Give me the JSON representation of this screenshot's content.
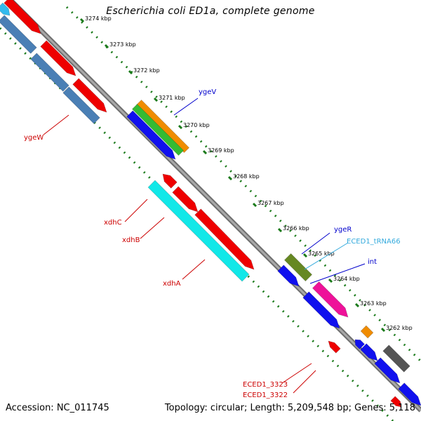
{
  "title": "Escherichia coli ED1a, complete genome",
  "footer": {
    "accession": "Accession: NC_011745",
    "summary": "Topology: circular; Length: 5,209,548 bp; Genes: 5,118"
  },
  "colors": {
    "backbone": "#888888",
    "tick": "#1a7a1a",
    "red_gene": "#ee0000",
    "steelblue_gene": "#4a7fb5",
    "cyan_gene": "#11e8e8",
    "blue_gene": "#1010ee",
    "orange_gene": "#f08c00",
    "green_gene": "#33bb33",
    "olive_gene": "#668822",
    "magenta_gene": "#ee1199",
    "gray_gene": "#555555",
    "light_cyan": "#33bbee",
    "label_red": "#cc0000",
    "label_blue": "#0000cc",
    "label_cyan": "#33aadd"
  },
  "scale_labels": [
    "3274 kbp",
    "3273 kbp",
    "3272 kbp",
    "3271 kbp",
    "3270 kbp",
    "3269 kbp",
    "3268 kbp",
    "3267 kbp",
    "3266 kbp",
    "3265 kbp",
    "3264 kbp",
    "3263 kbp",
    "3262 kbp"
  ],
  "gene_labels": [
    {
      "text": "ygeW",
      "color": "red"
    },
    {
      "text": "ygeV",
      "color": "blue"
    },
    {
      "text": "xdhC",
      "color": "red"
    },
    {
      "text": "xdhB",
      "color": "red"
    },
    {
      "text": "xdhA",
      "color": "red"
    },
    {
      "text": "ygeR",
      "color": "blue"
    },
    {
      "text": "ECED1_tRNA66",
      "color": "cyan"
    },
    {
      "text": "int",
      "color": "blue"
    },
    {
      "text": "ECED1_3323",
      "color": "red"
    },
    {
      "text": "ECED1_3322",
      "color": "red"
    }
  ]
}
